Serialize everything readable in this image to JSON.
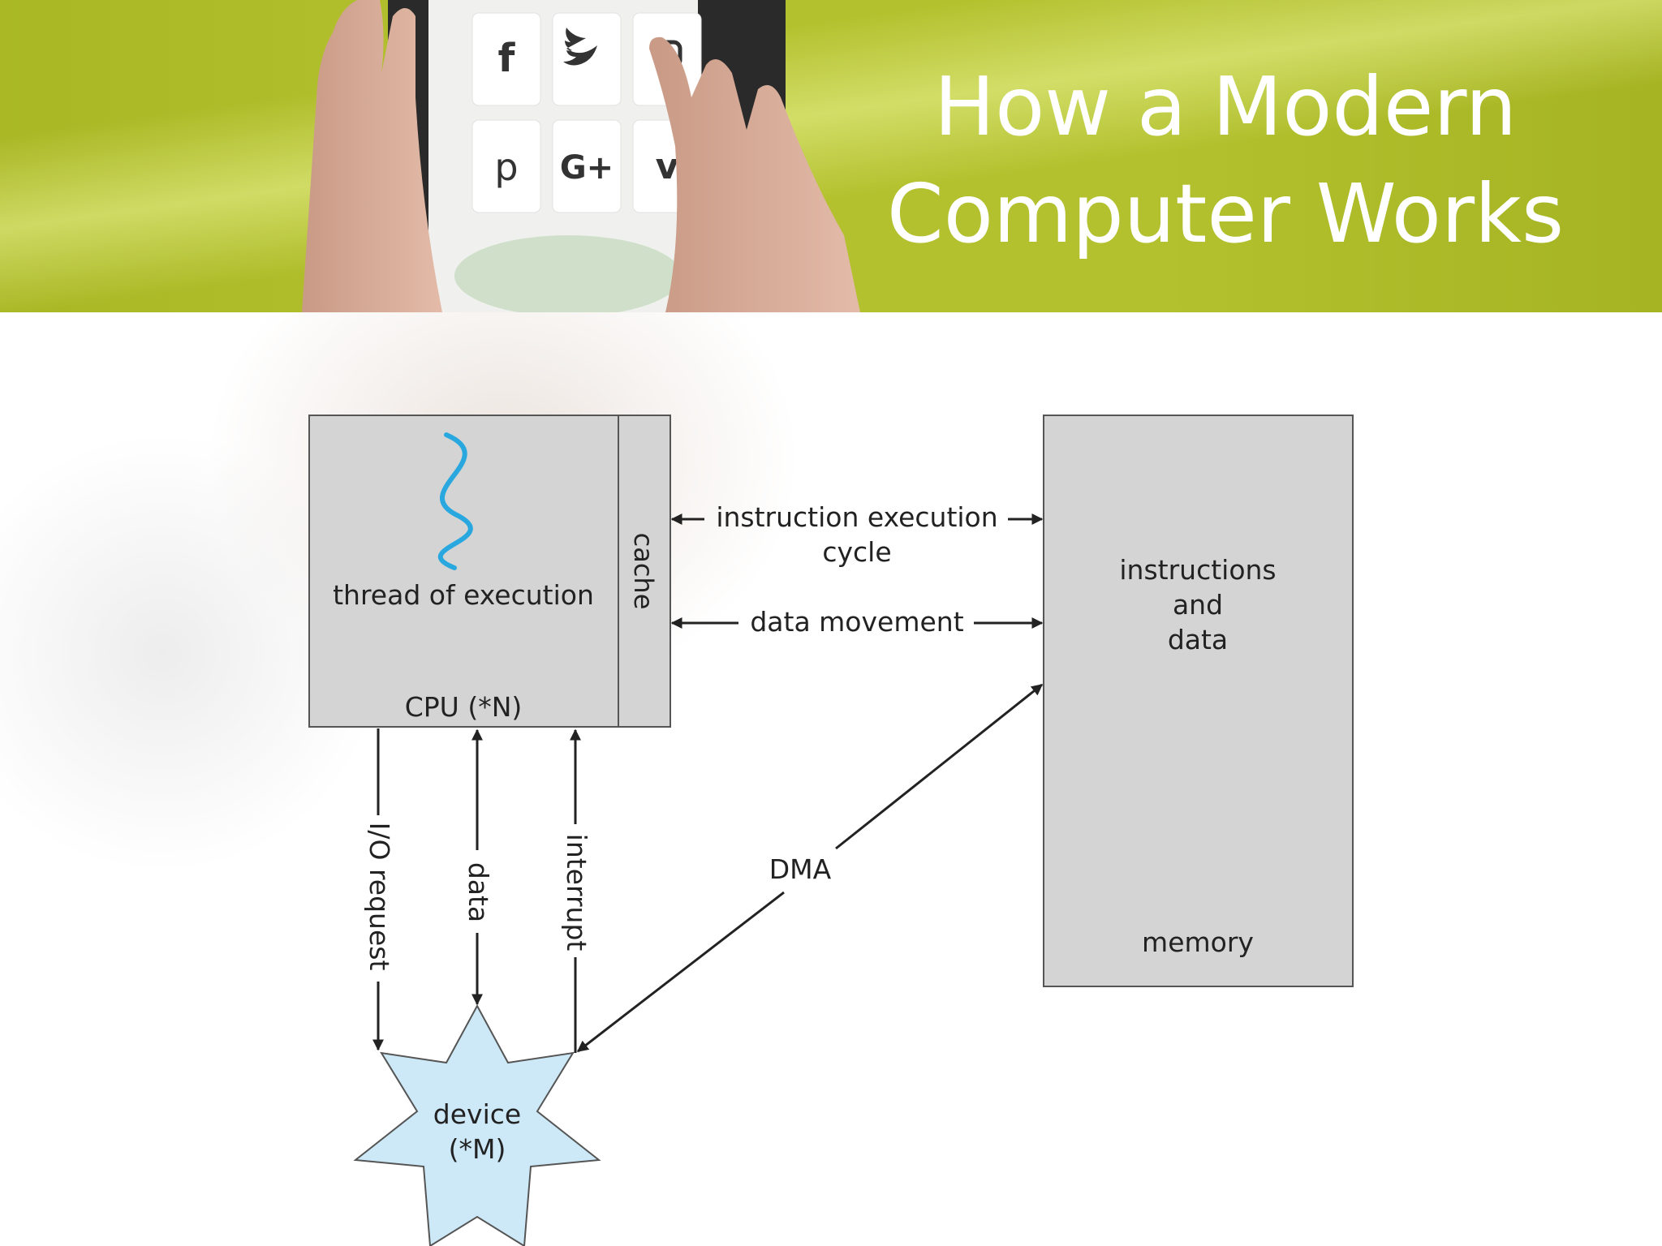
{
  "slide": {
    "title_line1": "How a Modern",
    "title_line2": "Computer Works",
    "banner_color": "#b3c12e",
    "photo_icons": [
      "facebook-icon",
      "twitter-icon",
      "instagram-icon",
      "pinterest-icon",
      "google-plus-icon",
      "vine-icon"
    ]
  },
  "diagram": {
    "cpu_thread_label": "thread of execution",
    "cpu_label": "CPU (*N)",
    "cache_label": "cache",
    "memory_content_line1": "instructions",
    "memory_content_line2": "and",
    "memory_content_line3": "data",
    "memory_label": "memory",
    "instruction_cycle_line1": "instruction execution",
    "instruction_cycle_line2": "cycle",
    "data_movement_label": "data movement",
    "io_request_label": "I/O request",
    "data_label": "data",
    "interrupt_label": "interrupt",
    "dma_label": "DMA",
    "device_line1": "device",
    "device_line2": "(*M)",
    "box_fill": "#d4d4d4",
    "thread_color": "#29a8e0",
    "device_fill": "#cde9f7"
  }
}
